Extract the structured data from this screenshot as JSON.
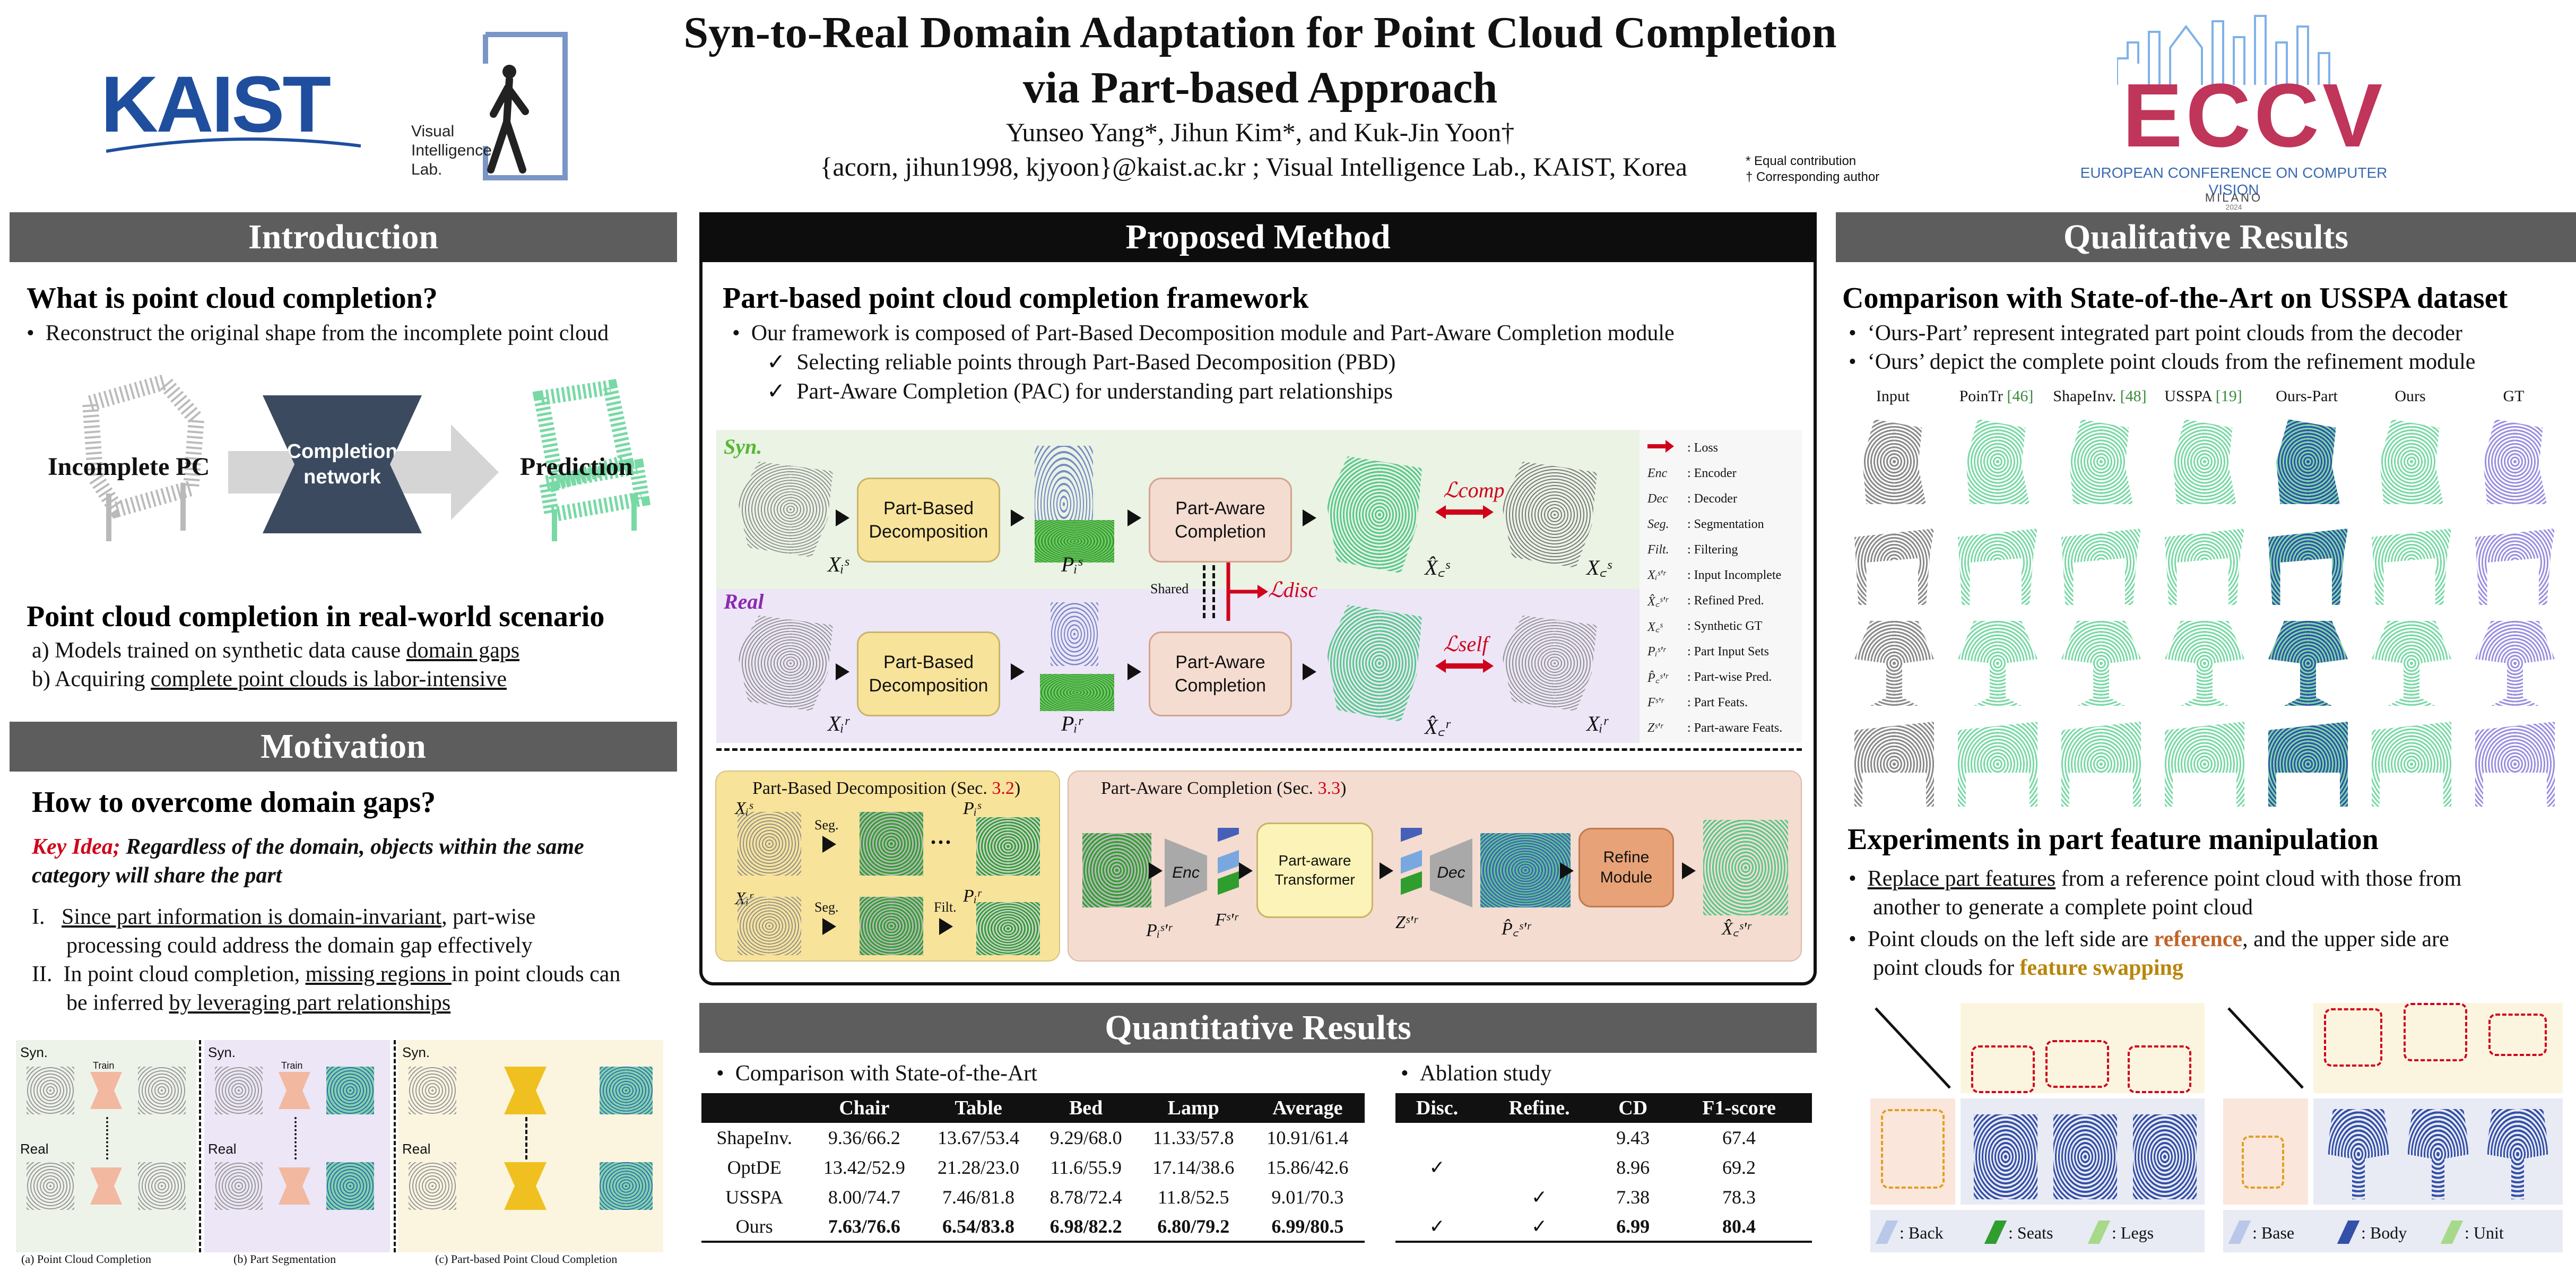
{
  "header": {
    "title_line1": "Syn-to-Real Domain Adaptation for Point Cloud Completion",
    "title_line2": "via Part-based Approach",
    "authors": "Yunseo Yang*, Jihun Kim*, and Kuk-Jin Yoon†",
    "affiliation": "{acorn, jihun1998, kjyoon}@kaist.ac.kr ; Visual Intelligence Lab., KAIST, Korea",
    "note_equal": "* Equal contribution",
    "note_corr": "† Corresponding author",
    "kaist_logo": "KAIST",
    "vil_logo_l1": "Visual",
    "vil_logo_l2": "Intelligence",
    "vil_logo_l3": "Lab.",
    "eccv_logo": "ECCV",
    "eccv_sub": "EUROPEAN CONFERENCE ON COMPUTER VISION",
    "eccv_city": "MILANO",
    "eccv_year": "2024"
  },
  "intro": {
    "header": "Introduction",
    "q1": "What is point cloud completion?",
    "b1": "Reconstruct the original shape from the incomplete point cloud",
    "incomplete": "Incomplete PC",
    "network": "Completion network",
    "prediction": "Prediction",
    "q2": "Point cloud completion in real-world scenario",
    "a_prefix": "a)  Models trained on synthetic data cause ",
    "a_u": "domain gaps",
    "b_prefix": "b)  Acquiring ",
    "b_u": "complete point clouds is labor-intensive"
  },
  "motivation": {
    "header": "Motivation",
    "q": "How to overcome domain gaps?",
    "key_label": "Key Idea;",
    "key_text": " Regardless of the domain, objects within the same",
    "key_text2": "category will share the part",
    "i_num": "I.",
    "i_u": "Since part information is domain-invariant",
    "i_rest": ", part-wise",
    "i_l2": "processing could address the domain gap effectively",
    "ii_num": "II.",
    "ii_pre": "In point cloud completion, ",
    "ii_u": "missing regions ",
    "ii_rest": "in point clouds can",
    "ii_l2_pre": "be inferred ",
    "ii_l2_u": "by leveraging part relationships",
    "syn": "Syn.",
    "real": "Real",
    "train": "Train",
    "cap_a": "(a) Point Cloud Completion",
    "cap_b": "(b) Part Segmentation",
    "cap_c": "(c) Part-based Point Cloud Completion"
  },
  "method": {
    "header": "Proposed Method",
    "title": "Part-based point cloud completion framework",
    "b1": "Our framework is composed of Part-Based Decomposition module and Part-Aware Completion module",
    "c1": "Selecting reliable points through Part-Based Decomposition (PBD)",
    "c2": "Part-Aware Completion (PAC) for understanding part relationships",
    "syn": "Syn.",
    "real": "Real",
    "pbd": "Part-Based Decomposition",
    "pac": "Part-Aware Completion",
    "shared": "Shared",
    "l_comp": "ℒcomp",
    "l_disc": "ℒdisc",
    "l_self": "ℒself",
    "xis": "Xᵢˢ",
    "pis": "Pᵢˢ",
    "xhcs": "X̂꜀ˢ",
    "xcs": "X꜀ˢ",
    "xir": "Xᵢʳ",
    "pir": "Pᵢʳ",
    "xhcr": "X̂꜀ʳ",
    "xcr": "Xᵢʳ",
    "legend": [
      {
        "sym": "",
        "text": ": Loss"
      },
      {
        "sym": "Enc",
        "text": ": Encoder"
      },
      {
        "sym": "Dec",
        "text": ": Decoder"
      },
      {
        "sym": "Seg.",
        "text": ": Segmentation"
      },
      {
        "sym": "Filt.",
        "text": ": Filtering"
      },
      {
        "sym": "Xᵢˢ'ʳ",
        "text": ": Input Incomplete"
      },
      {
        "sym": "X̂꜀ˢ'ʳ",
        "text": ": Refined Pred."
      },
      {
        "sym": "X꜀ˢ",
        "text": ": Synthetic GT"
      },
      {
        "sym": "Pᵢˢ'ʳ",
        "text": ": Part Input Sets"
      },
      {
        "sym": "P̂꜀ˢ'ʳ",
        "text": ": Part-wise Pred."
      },
      {
        "sym": "Fˢ'ʳ",
        "text": ": Part Feats."
      },
      {
        "sym": "Zˢ'ʳ",
        "text": ": Part-aware Feats."
      }
    ],
    "pbd_sub_title": "Part-Based Decomposition (Sec. ",
    "pbd_sec": "3.2",
    "pac_sub_title": "Part-Aware Completion (Sec. ",
    "pac_sec": "3.3",
    "close_paren": ")",
    "seg": "Seg.",
    "filt": "Filt.",
    "dots": "···",
    "enc": "Enc",
    "dec": "Dec",
    "transformer": "Part-aware Transformer",
    "refine": "Refine Module",
    "fsr": "Fˢ'ʳ",
    "zsr": "Zˢ'ʳ",
    "pisr": "Pᵢˢ'ʳ",
    "pcsr": "P̂꜀ˢ'ʳ",
    "xcsr": "X̂꜀ˢ'ʳ",
    "xis2": "Xᵢˢ",
    "xir2": "Xᵢʳ",
    "pis2": "Pᵢˢ",
    "pir2": "Pᵢʳ"
  },
  "quant": {
    "header": "Quantitative Results",
    "b1": "Comparison with State-of-the-Art",
    "b2": "Ablation study",
    "t1_head": [
      "",
      "Chair",
      "Table",
      "Bed",
      "Lamp",
      "Average"
    ],
    "t1_rows": [
      [
        "ShapeInv.",
        "9.36/66.2",
        "13.67/53.4",
        "9.29/68.0",
        "11.33/57.8",
        "10.91/61.4"
      ],
      [
        "OptDE",
        "13.42/52.9",
        "21.28/23.0",
        "11.6/55.9",
        "17.14/38.6",
        "15.86/42.6"
      ],
      [
        "USSPA",
        "8.00/74.7",
        "7.46/81.8",
        "8.78/72.4",
        "11.8/52.5",
        "9.01/70.3"
      ],
      [
        "Ours",
        "7.63/76.6",
        "6.54/83.8",
        "6.98/82.2",
        "6.80/79.2",
        "6.99/80.5"
      ]
    ],
    "t2_head": [
      "Disc.",
      "Refine.",
      "CD",
      "F1-score"
    ],
    "t2_rows": [
      [
        "",
        "",
        "9.43",
        "67.4"
      ],
      [
        "✓",
        "",
        "8.96",
        "69.2"
      ],
      [
        "",
        "✓",
        "7.38",
        "78.3"
      ],
      [
        "✓",
        "✓",
        "6.99",
        "80.4"
      ]
    ]
  },
  "qual": {
    "header": "Qualitative  Results",
    "title": "Comparison with State-of-the-Art on USSPA dataset",
    "b1": "‘Ours-Part’ represent integrated part point clouds from the decoder",
    "b2": "‘Ours’ depict the complete point clouds from the refinement module",
    "cols": [
      "Input",
      "PoinTr",
      "ShapeInv.",
      "USSPA",
      "Ours-Part",
      "Ours",
      "GT"
    ],
    "refs": [
      "",
      "[46]",
      "[48]",
      "[19]",
      "",
      "",
      ""
    ],
    "title2": "Experiments in part feature manipulation",
    "e1_u": "Replace part features",
    "e1_rest": " from a reference point cloud with those from",
    "e1_l2": "another to generate a complete point cloud",
    "e2_pre": "Point clouds on the left side are ",
    "e2_ref": "reference",
    "e2_mid": ", and the upper side are",
    "e2_l2_pre": "point clouds for ",
    "e2_swap": "feature swapping",
    "leg_back": ": Back",
    "leg_seats": ": Seats",
    "leg_legs": ": Legs",
    "leg_base": ": Base",
    "leg_body": ": Body",
    "leg_unit": ": Unit"
  },
  "colors": {
    "green": "#79d9a6",
    "grey": "#9a9a9a",
    "blue": "#4660b8",
    "violet": "#9a90e0",
    "red": "#d0021b",
    "orange": "#b8860b"
  }
}
